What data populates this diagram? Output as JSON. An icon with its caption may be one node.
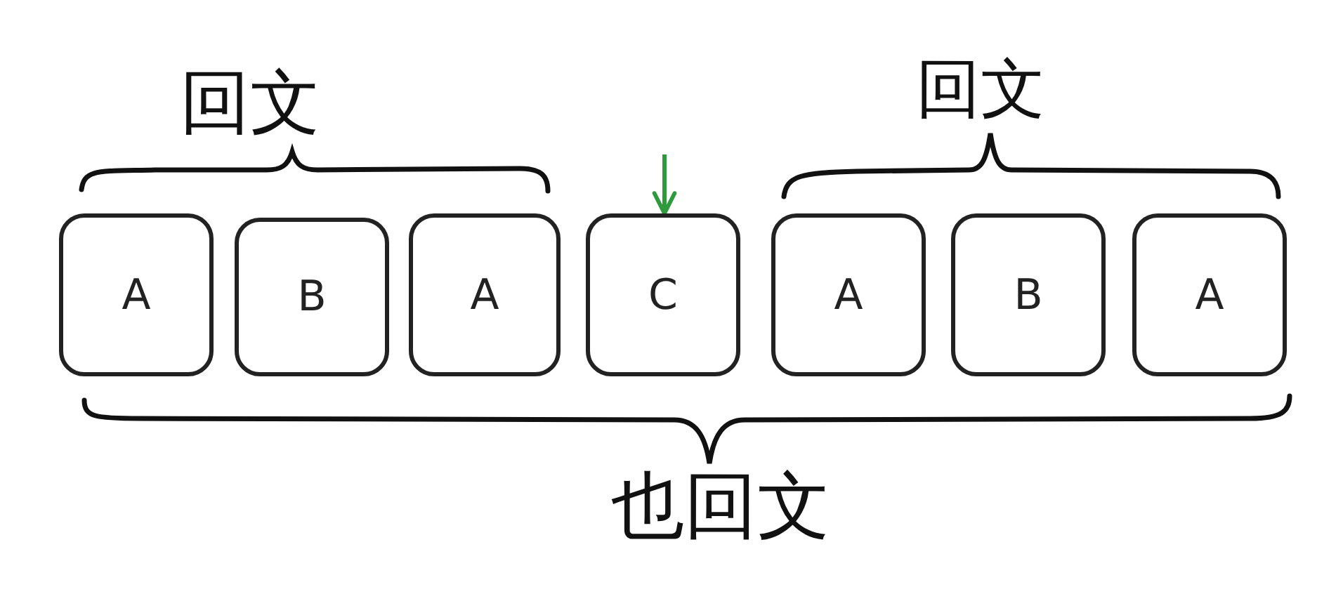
{
  "diagram": {
    "nodes": [
      {
        "text": [
          "A"
        ]
      },
      {
        "text": [
          "B"
        ]
      },
      {
        "text": [
          "A"
        ]
      },
      {
        "text": [
          "C"
        ]
      },
      {
        "text": [
          "A"
        ]
      },
      {
        "text": [
          "B"
        ]
      },
      {
        "text": [
          "A"
        ]
      }
    ],
    "edges": [
      {
        "from": null,
        "to": 3,
        "arrow": "to",
        "color": "#2e9a3c"
      }
    ],
    "labels": [
      "回文",
      "回文",
      "也回文"
    ]
  }
}
